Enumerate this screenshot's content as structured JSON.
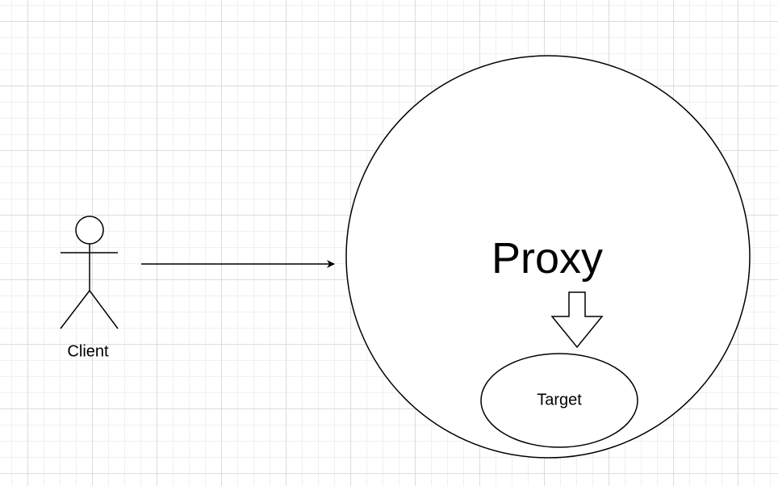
{
  "actor": {
    "label": "Client"
  },
  "proxy": {
    "label": "Proxy"
  },
  "target": {
    "label": "Target"
  },
  "colors": {
    "stroke": "#000000",
    "fill": "#ffffff"
  }
}
